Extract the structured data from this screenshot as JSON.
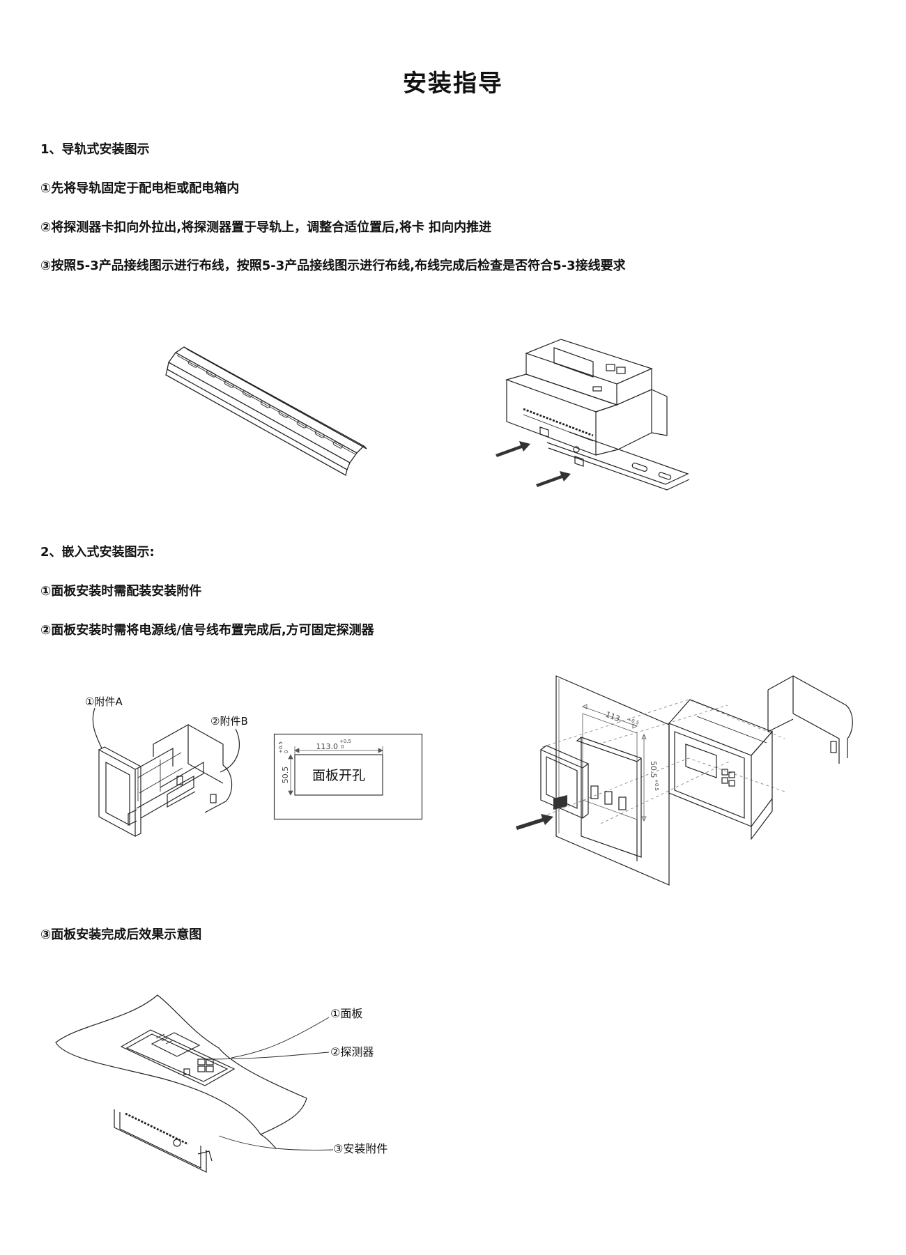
{
  "page": {
    "title": "安装指导"
  },
  "section1": {
    "heading": "1、导轨式安装图示",
    "steps": [
      "①先将导轨固定于配电柜或配电箱内",
      "②将探测器卡扣向外拉出,将探测器置于导轨上，调整合适位置后,将卡 扣向内推进",
      "③按照5-3产品接线图示进行布线，按照5-3产品接线图示进行布线,布线完成后检查是否符合5-3接线要求"
    ]
  },
  "section2": {
    "heading": "2、嵌入式安装图示:",
    "steps": [
      "①面板安装时需配装安装附件",
      "②面板安装时需将电源线/信号线布置完成后,方可固定探测器",
      "③面板安装完成后效果示意图"
    ]
  },
  "figure_accessories": {
    "label_a": "①附件A",
    "label_b": "②附件B"
  },
  "figure_cutout": {
    "label": "面板开孔",
    "width_value": "113.0",
    "width_tol_upper": "+0.5",
    "width_tol_lower": "0",
    "height_value": "50.5",
    "height_tol_upper": "+0.5",
    "height_tol_lower": "0"
  },
  "figure_exploded": {
    "width_value": "113.",
    "width_tol_upper": "+0.5",
    "height_value": "50.5",
    "height_tol_upper": "+0.5"
  },
  "figure_result": {
    "label_panel": "①面板",
    "label_detector": "②探测器",
    "label_accessory": "③安装附件"
  }
}
